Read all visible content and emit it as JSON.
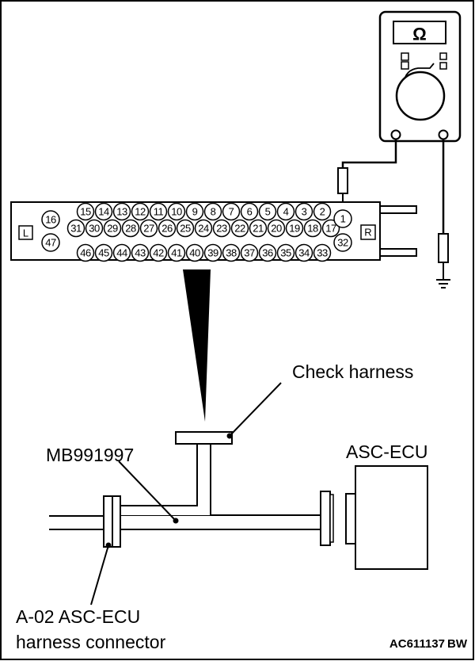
{
  "meter": {
    "symbol": "Ω"
  },
  "connector": {
    "left_label": "L",
    "right_label": "R",
    "row1": [
      "15",
      "14",
      "13",
      "12",
      "11",
      "10",
      "9",
      "8",
      "7",
      "6",
      "5",
      "4",
      "3",
      "2"
    ],
    "row2": [
      "31",
      "30",
      "29",
      "28",
      "27",
      "26",
      "25",
      "24",
      "23",
      "22",
      "21",
      "20",
      "19",
      "18",
      "17"
    ],
    "row3": [
      "46",
      "45",
      "44",
      "43",
      "42",
      "41",
      "40",
      "39",
      "38",
      "37",
      "36",
      "35",
      "34",
      "33"
    ],
    "left_pins": [
      "16",
      "47"
    ],
    "right_pins": [
      "1",
      "32"
    ]
  },
  "labels": {
    "check_harness": "Check harness",
    "tool": "MB991997",
    "ecu": "ASC-ECU",
    "harness_connector_line1": "A-02 ASC-ECU",
    "harness_connector_line2": "harness connector"
  },
  "figure_code": {
    "code": "AC611137",
    "suffix": "BW"
  }
}
